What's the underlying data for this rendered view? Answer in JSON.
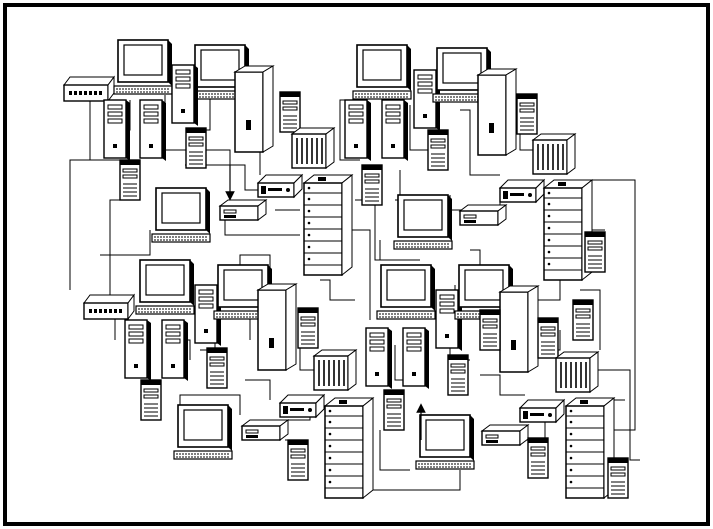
{
  "diagram": {
    "style": "black-and-white line art",
    "colors": {
      "stroke": "#000000",
      "fill": "#ffffff",
      "screen": "#ffffff",
      "accent": "#000000"
    },
    "clusters": [
      {
        "name": "cluster-top-left",
        "devices": [
          "monitor-tower",
          "monitor-tower",
          "modem",
          "tower-server",
          "tower-server",
          "mini-tower",
          "mini-tower",
          "rack-cabinet",
          "hub",
          "rack-switch"
        ]
      },
      {
        "name": "cluster-top-right",
        "devices": [
          "monitor-tower",
          "monitor-tower",
          "tower-server",
          "tower-server",
          "mini-tower",
          "mini-tower",
          "rack-cabinet",
          "hub",
          "rack-switch",
          "rack-cabinet",
          "mini-tower"
        ]
      },
      {
        "name": "cluster-bottom-left",
        "devices": [
          "monitor-tower",
          "monitor-tower",
          "modem",
          "tower-server",
          "tower-server",
          "mini-tower",
          "mini-tower",
          "rack-cabinet",
          "hub",
          "rack-switch",
          "desktop-computer"
        ]
      },
      {
        "name": "cluster-bottom-right",
        "devices": [
          "monitor-tower",
          "monitor-tower",
          "tower-server",
          "tower-server",
          "mini-tower",
          "mini-tower",
          "rack-cabinet",
          "hub",
          "rack-switch",
          "rack-cabinet",
          "mini-tower",
          "desktop-computer"
        ]
      }
    ],
    "arrows": [
      "arrow-down",
      "arrow-up"
    ]
  }
}
